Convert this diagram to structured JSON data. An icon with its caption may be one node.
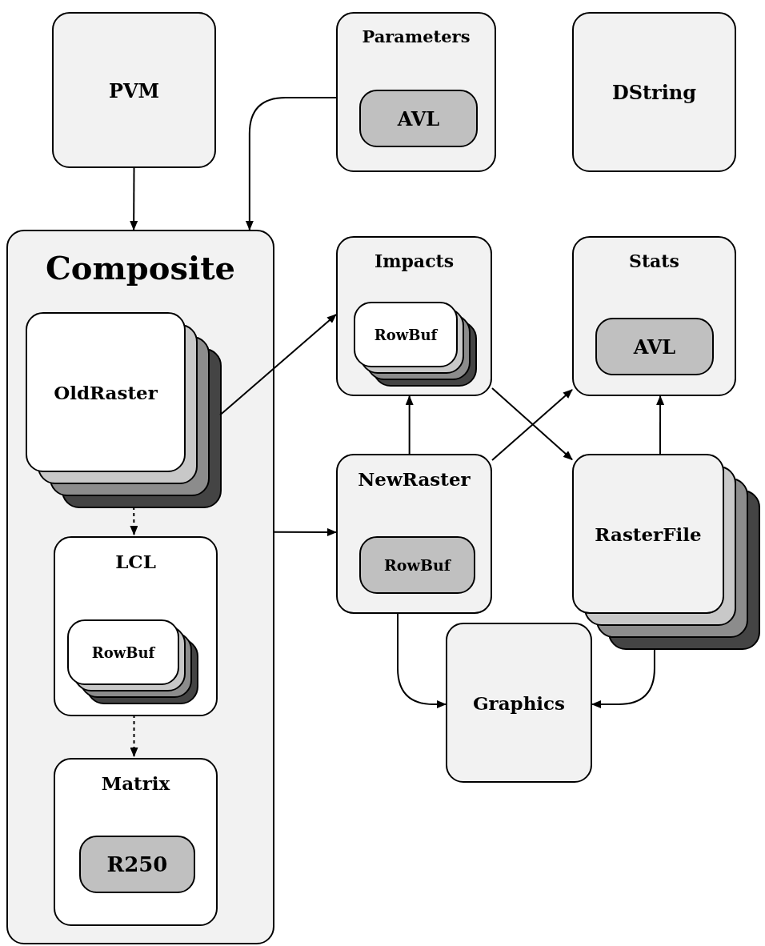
{
  "diagram": {
    "nodes": [
      {
        "text": [
          "PVM"
        ]
      },
      {
        "text": [
          "Parameters"
        ]
      },
      {
        "text": [
          "AVL"
        ],
        "in": 1
      },
      {
        "text": [
          "DString"
        ]
      },
      {
        "text": [
          "Composite"
        ]
      },
      {
        "text": [
          "OldRaster"
        ],
        "in": 4
      },
      {
        "text": [
          "LCL"
        ],
        "in": 4
      },
      {
        "text": [
          "RowBuf"
        ],
        "in": 6
      },
      {
        "text": [
          "Matrix"
        ],
        "in": 4
      },
      {
        "text": [
          "R250"
        ],
        "in": 8
      },
      {
        "text": [
          "Impacts"
        ]
      },
      {
        "text": [
          "RowBuf"
        ],
        "in": 10
      },
      {
        "text": [
          "Stats"
        ]
      },
      {
        "text": [
          "AVL"
        ],
        "in": 12
      },
      {
        "text": [
          "NewRaster"
        ]
      },
      {
        "text": [
          "RowBuf"
        ],
        "in": 14
      },
      {
        "text": [
          "RasterFile"
        ]
      },
      {
        "text": [
          "Graphics"
        ]
      }
    ],
    "edges": [
      {
        "from": 0,
        "to": 4,
        "arrow": "to"
      },
      {
        "from": 1,
        "to": 4,
        "arrow": "to"
      },
      {
        "from": 5,
        "to": 10,
        "arrow": "to"
      },
      {
        "from": 5,
        "to": 6,
        "arrow": "to",
        "style": "dashed"
      },
      {
        "from": 6,
        "to": 8,
        "arrow": "to",
        "style": "dashed"
      },
      {
        "from": 4,
        "to": 14,
        "arrow": "to"
      },
      {
        "from": 14,
        "to": 10,
        "arrow": "to"
      },
      {
        "from": 14,
        "to": 12,
        "arrow": "to"
      },
      {
        "from": 10,
        "to": 16,
        "arrow": "to"
      },
      {
        "from": 16,
        "to": 12,
        "arrow": "to"
      },
      {
        "from": 14,
        "to": 17,
        "arrow": "to"
      },
      {
        "from": 16,
        "to": 17,
        "arrow": "to"
      }
    ]
  }
}
